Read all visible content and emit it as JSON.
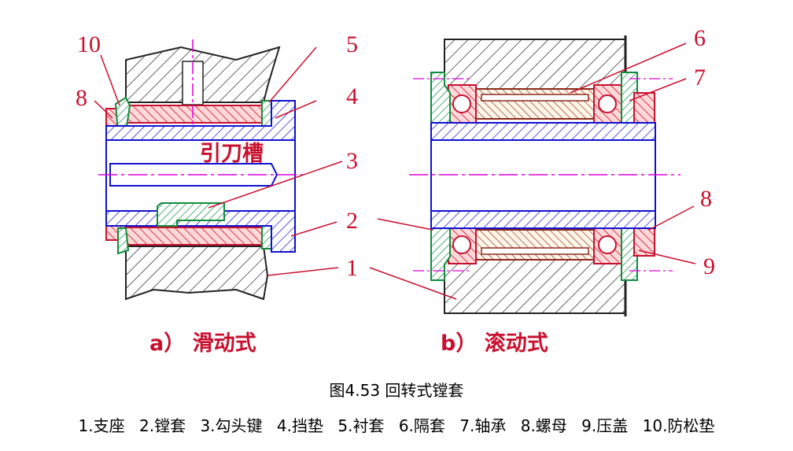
{
  "diagram": {
    "groove_label": "引刀槽",
    "left_subtitle": "a） 滑动式",
    "right_subtitle": "b） 滚动式",
    "callouts_left": [
      "10",
      "8",
      "5",
      "4",
      "3",
      "2",
      "1"
    ],
    "callouts_right": [
      "6",
      "7",
      "8",
      "9"
    ],
    "colors": {
      "red": "#c8102e",
      "blue": "#1010d0",
      "green": "#108c3c",
      "magenta": "#e000e0",
      "hatch": "#333333"
    }
  },
  "caption": {
    "title": "图4.53 回转式镗套",
    "legend": [
      "1.支座",
      "2.镗套",
      "3.勾头键",
      "4.挡垫",
      "5.衬套",
      "6.隔套",
      "7.轴承",
      "8.螺母",
      "9.压盖",
      "10.防松垫"
    ]
  }
}
